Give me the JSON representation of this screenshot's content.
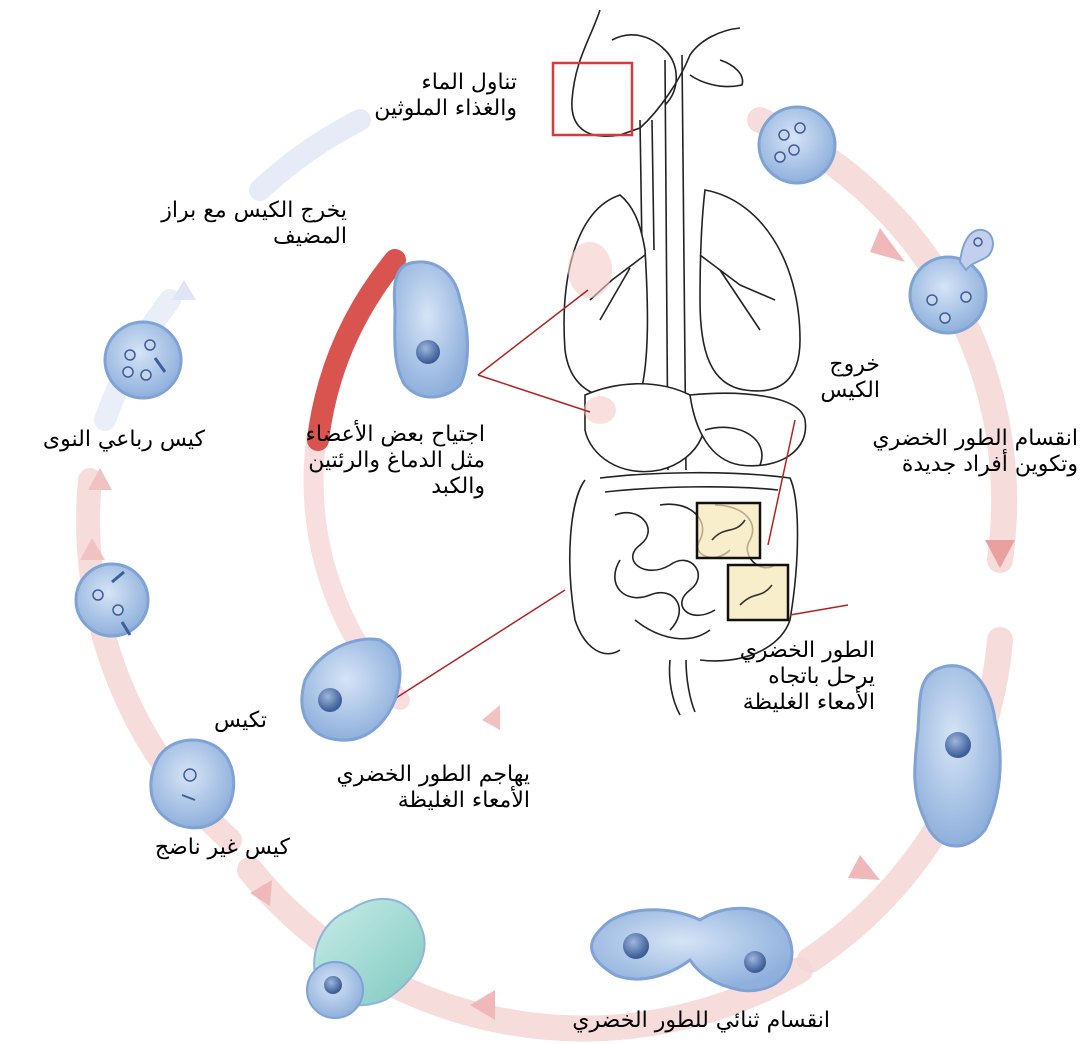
{
  "labels": {
    "ingestion": [
      "تناول الماء",
      "والغذاء الملوثين"
    ],
    "cyst_exit_host": [
      "يخرج الكيس مع براز",
      "المضيف"
    ],
    "quadrinucleate_cyst": "كيس رباعي النوى",
    "organ_invasion": [
      "اجتياح بعض الأعضاء",
      "مثل الدماغ والرئتين",
      "والكبد"
    ],
    "cyst_exit": [
      "خروج",
      "الكيس"
    ],
    "trophozoite_division": [
      "انقسام الطور الخضري",
      "وتكوين أفراد جديدة"
    ],
    "trophozoite_travel": [
      "الطور الخضري",
      "يرحل باتجاه",
      "الأمعاء الغليظة"
    ],
    "trophozoite_attack": [
      "يهاجم الطور الخضري",
      "الأمعاء الغليظة"
    ],
    "immature_cyst": "كيس غير ناضج",
    "encystation": "تكيس",
    "binary_fission": "انقسام ثنائي للطور  الخضري"
  },
  "colors": {
    "cycle_arrow": "#f3c9c9",
    "cycle_arrow_dark": "#e9a3a3",
    "invasion_arrow": "#d9534f",
    "cell_fill": "#a9c4e6",
    "cell_border": "#7ea3d4",
    "nucleus": "#4e6fa6",
    "highlight_box_red": "#d63a3a",
    "leader_line": "#b22222",
    "organ_highlight": "#f7d28b"
  }
}
